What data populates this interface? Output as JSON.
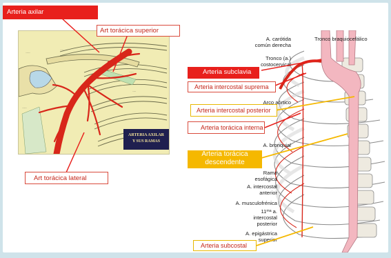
{
  "colors": {
    "red_fill": "#e8201c",
    "red_border": "#d94a3c",
    "yellow_border": "#e8b800",
    "yellow_fill": "#f5b800",
    "text_red": "#c4261a"
  },
  "left": {
    "title": "Arteria  axilar",
    "toracica_superior": "Art torácica superior",
    "toracica_lateral": "Art torácica lateral",
    "caption": [
      "ARTERIA  AXILAR",
      "Y SUS RAMAS"
    ]
  },
  "right": {
    "callouts": {
      "subclavia": "Arteria  subclavia",
      "intercostal_suprema": "Arteria  intercostal suprema",
      "intercostal_posterior": "Arteria  intercostal posterior",
      "toracica_interna": "Arteria  torácica interna",
      "toracica_descendente_line1": "Arteria  torácica",
      "toracica_descendente_line2": "descendente",
      "subcostal": "Arteria  subcostal"
    },
    "labels": {
      "carotida": [
        "A. carótida",
        "común derecha"
      ],
      "tronco_braquio": "Tronco braquiocefálico",
      "tronco_costo": [
        "Tronco (a.)",
        "costocervical"
      ],
      "arco_aortico": "Arco aórtico",
      "bronquial": "A. bronquial",
      "rama_esofagica": [
        "Rama",
        "esofágica"
      ],
      "intercostal_anterior": [
        "A. intercostal",
        "anterior"
      ],
      "musculofrenica": "A. musculofrénica",
      "undecima": [
        "11ᵐᵃ a.",
        "intercostal",
        "posterior"
      ],
      "epigastrica": [
        "A. epigástrica",
        "superior"
      ]
    }
  }
}
